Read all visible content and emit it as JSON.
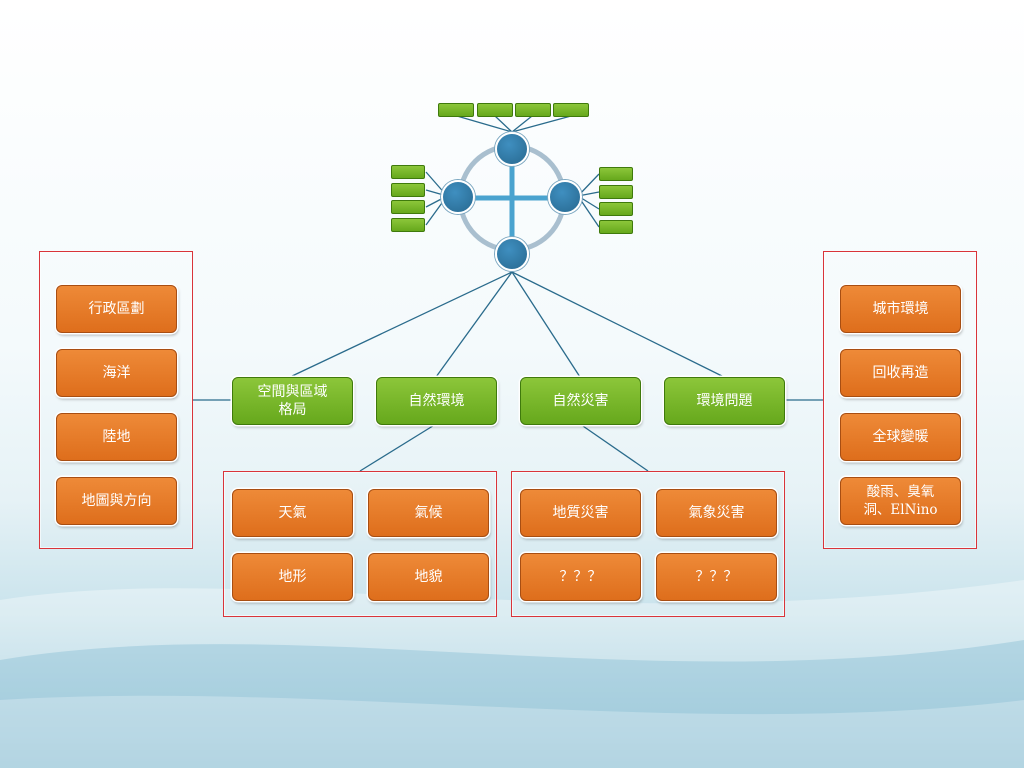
{
  "left_group": [
    "行政區劃",
    "海洋",
    "陸地",
    "地圖與方向"
  ],
  "right_group": [
    "城市環境",
    "回收再造",
    "全球變暖",
    "酸雨、臭氧\n洞、ElNino"
  ],
  "green_row": [
    "空間與區域\n格局",
    "自然環境",
    "自然災害",
    "環境問題"
  ],
  "middle_left_group": [
    "天氣",
    "氣候",
    "地形",
    "地貌"
  ],
  "middle_right_group": [
    "地質災害",
    "氣象災害",
    "？？？",
    "？？？"
  ],
  "colors": {
    "orange": "#e37725",
    "green": "#7ab82a",
    "node_blue": "#2f77a4",
    "frame_red": "#d9343a",
    "connector": "#2a6b8c"
  },
  "icons": {
    "hub": "cycle-diagram-icon"
  }
}
